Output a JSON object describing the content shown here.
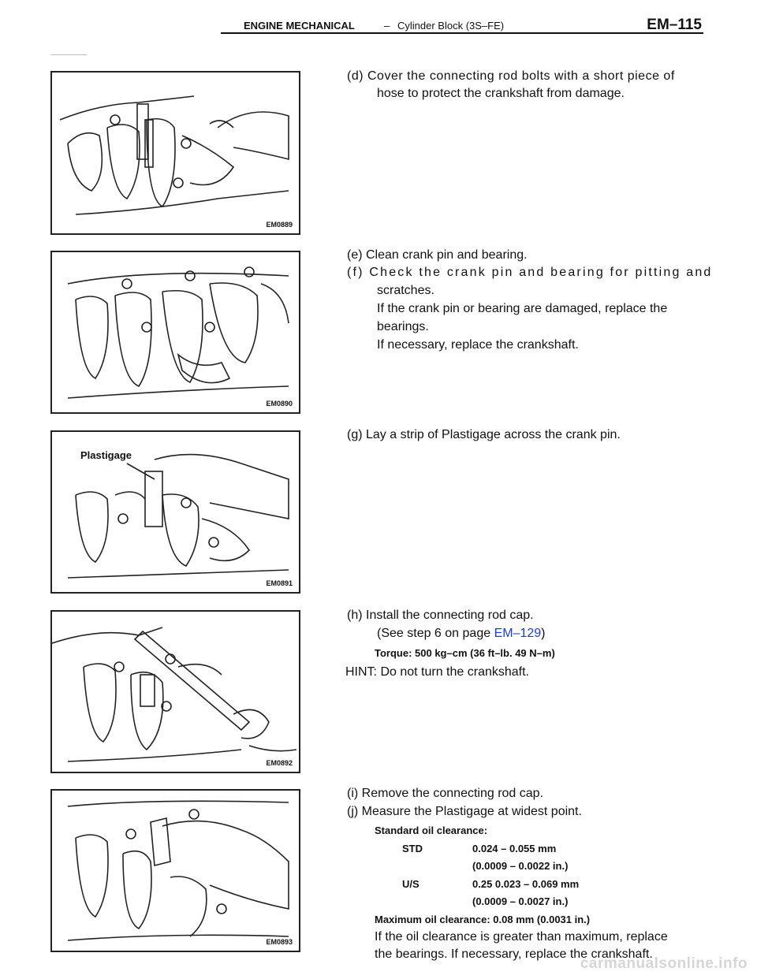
{
  "header": {
    "section": "ENGINE MECHANICAL",
    "dash": "–",
    "subsection": "Cylinder Block (3S–FE)",
    "page": "EM–115"
  },
  "figures": [
    {
      "code": "EM0889",
      "label": ""
    },
    {
      "code": "EM0890",
      "label": ""
    },
    {
      "code": "EM0891",
      "label": "Plastigage"
    },
    {
      "code": "EM0892",
      "label": ""
    },
    {
      "code": "EM0893",
      "label": ""
    }
  ],
  "steps": {
    "d1": "(d) Cover the connecting rod bolts with a short piece of",
    "d2": "hose to protect the crankshaft from damage.",
    "e": "(e) Clean crank pin and bearing.",
    "f1": "(f) Check the crank pin and bearing for pitting and",
    "f2": "scratches.",
    "f3": "If the crank pin or bearing are damaged, replace the",
    "f4": "bearings.",
    "f5": "If necessary, replace the crankshaft.",
    "g": "(g) Lay a strip of Plastigage across the crank pin.",
    "h": "(h) Install the connecting rod cap.",
    "h_ref_pre": "(See step 6 on page ",
    "h_ref_link": "EM–129",
    "h_ref_post": ")",
    "h_torque": "Torque: 500 kg–cm (36 ft–lb. 49 N–m)",
    "hint": "HINT: Do not turn the crankshaft.",
    "i": "(i) Remove the connecting rod cap.",
    "j": "(j) Measure the Plastigage at widest point.",
    "std_title": "Standard oil clearance:",
    "std_label": "STD",
    "std_val1": "0.024 – 0.055 mm",
    "std_val2": "(0.0009 – 0.0022 in.)",
    "us_label": "U/S",
    "us_val1": "0.25 0.023 – 0.069 mm",
    "us_val2": "(0.0009 – 0.0027 in.)",
    "max": "Maximum oil clearance: 0.08 mm (0.0031 in.)",
    "tail1": "If the oil clearance is greater than maximum, replace",
    "tail2": "the bearings. If necessary, replace the crankshaft."
  },
  "watermark": "carmanualsonline.info"
}
